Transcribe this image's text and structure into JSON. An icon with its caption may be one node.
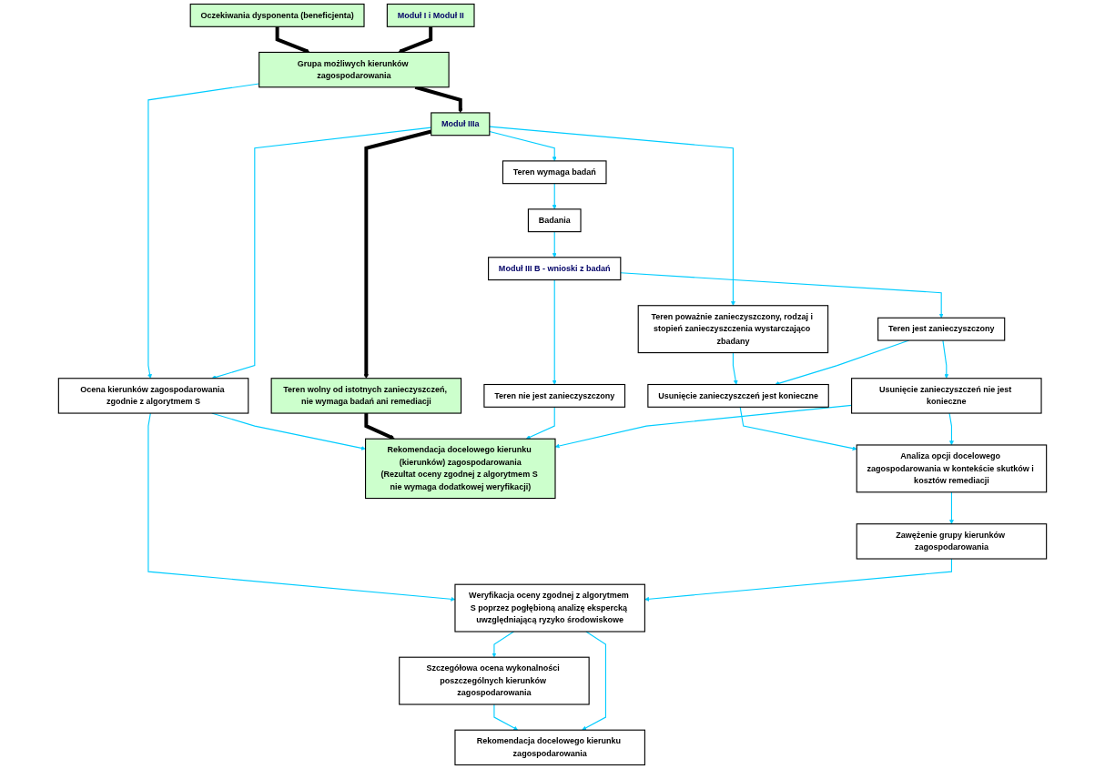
{
  "diagram": {
    "nodes": [
      {
        "text": [
          "Oczekiwania dysponenta (beneficjenta)"
        ]
      },
      {
        "text": [
          "Moduł I i Moduł II"
        ]
      },
      {
        "text": [
          "Grupa możliwych kierunków zagospodarowania"
        ]
      },
      {
        "text": [
          "Ocena kierunków zagospodarowania zgodnie z algorytmem S"
        ]
      },
      {
        "text": [
          "Moduł IIIa"
        ]
      },
      {
        "text": [
          "Teren poważnie zanieczyszczony, rodzaj i stopień zanieczyszczenia wystarczająco zbadany"
        ]
      },
      {
        "text": [
          "Teren wymaga badań"
        ]
      },
      {
        "text": [
          "Teren wolny od istotnych zanieczyszczeń, nie wymaga badań ani remediacji"
        ]
      },
      {
        "text": [
          "Rekomendacja docelowego kierunku (kierunków) zagospodarowania",
          "(Rezultat oceny zgodnej z algorytmem S nie wymaga dodatkowej weryfikacji)"
        ]
      },
      {
        "text": [
          "Badania"
        ]
      },
      {
        "text": [
          "Moduł III B - wnioski z badań"
        ]
      },
      {
        "text": [
          "Teren jest zanieczyszczony"
        ]
      },
      {
        "text": [
          "Teren nie jest zanieczyszczony"
        ]
      },
      {
        "text": [
          "Usunięcie zanieczyszczeń jest konieczne"
        ]
      },
      {
        "text": [
          "Usunięcie zanieczyszczeń nie jest konieczne"
        ]
      },
      {
        "text": [
          "Analiza opcji docelowego zagospodarowania w kontekście skutków i kosztów remediacji"
        ]
      },
      {
        "text": [
          "Zawężenie grupy kierunków zagospodarowania"
        ]
      },
      {
        "text": [
          "Weryfikacja oceny zgodnej z algorytmem S poprzez pogłębioną analizę ekspercką uwzględniającą ryzyko środowiskowe"
        ]
      },
      {
        "text": [
          "Szczegółowa ocena wykonalności poszczególnych kierunków zagospodarowania"
        ]
      },
      {
        "text": [
          "Rekomendacja docelowego kierunku zagospodarowania"
        ]
      }
    ],
    "edges": [
      {
        "from": 0,
        "to": 2,
        "arrow": "to",
        "style": "thick",
        "color": "#000000"
      },
      {
        "from": 1,
        "to": 2,
        "arrow": "to",
        "style": "thick",
        "color": "#000000"
      },
      {
        "from": 2,
        "to": 3,
        "arrow": "to"
      },
      {
        "from": 2,
        "to": 4,
        "arrow": "to",
        "style": "thick",
        "color": "#000000"
      },
      {
        "from": 4,
        "to": 3,
        "arrow": "to"
      },
      {
        "from": 4,
        "to": 5,
        "arrow": "to"
      },
      {
        "from": 4,
        "to": 6,
        "arrow": "to"
      },
      {
        "from": 4,
        "to": 7,
        "arrow": "to",
        "style": "thick",
        "color": "#000000"
      },
      {
        "from": 3,
        "to": 8,
        "arrow": "to"
      },
      {
        "from": 3,
        "to": 17,
        "arrow": "to"
      },
      {
        "from": 7,
        "to": 8,
        "arrow": "to",
        "style": "thick",
        "color": "#000000"
      },
      {
        "from": 6,
        "to": 9,
        "arrow": "to"
      },
      {
        "from": 9,
        "to": 10,
        "arrow": "to"
      },
      {
        "from": 10,
        "to": 11,
        "arrow": "to"
      },
      {
        "from": 10,
        "to": 12,
        "arrow": "to"
      },
      {
        "from": 12,
        "to": 8,
        "arrow": "to"
      },
      {
        "from": 5,
        "to": 13,
        "arrow": "to"
      },
      {
        "from": 11,
        "to": 13,
        "arrow": "to"
      },
      {
        "from": 11,
        "to": 14,
        "arrow": "to"
      },
      {
        "from": 14,
        "to": 8,
        "arrow": "to"
      },
      {
        "from": 13,
        "to": 15,
        "arrow": "to"
      },
      {
        "from": 14,
        "to": 15,
        "arrow": "to"
      },
      {
        "from": 15,
        "to": 16,
        "arrow": "to"
      },
      {
        "from": 16,
        "to": 17,
        "arrow": "to"
      },
      {
        "from": 17,
        "to": 18,
        "arrow": "to"
      },
      {
        "from": 18,
        "to": 19,
        "arrow": "to"
      },
      {
        "from": 17,
        "to": 19,
        "arrow": "to"
      }
    ]
  }
}
